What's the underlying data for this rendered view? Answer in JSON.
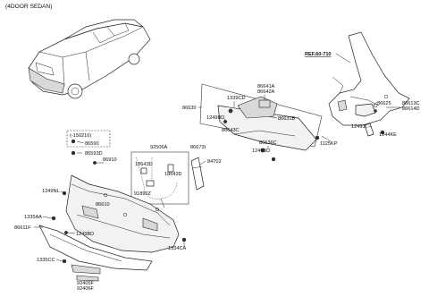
{
  "diagram": {
    "variant_label": "(4DOOR SEDAN)",
    "ref_label": "REF.60-710",
    "callouts": [
      {
        "id": "c86641A",
        "text": "86641A"
      },
      {
        "id": "c86642A",
        "text": "86642A"
      },
      {
        "id": "c1339CD",
        "text": "1339CD"
      },
      {
        "id": "c86630",
        "text": "86630"
      },
      {
        "id": "c1249BD_a",
        "text": "1249BD"
      },
      {
        "id": "c86631B",
        "text": "86631B"
      },
      {
        "id": "c86643C",
        "text": "86643C"
      },
      {
        "id": "c86636C",
        "text": "86636C"
      },
      {
        "id": "c1249BD_b",
        "text": "1249BD"
      },
      {
        "id": "c1125KP",
        "text": "1125KP"
      },
      {
        "id": "c86625",
        "text": "86625"
      },
      {
        "id": "c86613C",
        "text": "86613C"
      },
      {
        "id": "c86614D",
        "text": "86614D"
      },
      {
        "id": "c1249JL",
        "text": "1249JL"
      },
      {
        "id": "c1244KE",
        "text": "1244KE"
      },
      {
        "id": "c150216",
        "text": "(-150216)"
      },
      {
        "id": "c86590",
        "text": "86590"
      },
      {
        "id": "c86593D",
        "text": "86593D"
      },
      {
        "id": "c86910",
        "text": "86910"
      },
      {
        "id": "c92506A",
        "text": "92506A"
      },
      {
        "id": "c18643D_a",
        "text": "18643D"
      },
      {
        "id": "c18643D_b",
        "text": "18643D"
      },
      {
        "id": "c86673I",
        "text": "86673I"
      },
      {
        "id": "c84702",
        "text": "84702"
      },
      {
        "id": "c1249NL",
        "text": "1249NL"
      },
      {
        "id": "c91890Z",
        "text": "91890Z"
      },
      {
        "id": "c86610",
        "text": "86610"
      },
      {
        "id": "c1335AA",
        "text": "1335AA"
      },
      {
        "id": "c86611F",
        "text": "86611F"
      },
      {
        "id": "c1249BD_c",
        "text": "1249BD"
      },
      {
        "id": "c1334CA",
        "text": "1334CA"
      },
      {
        "id": "c1335CC",
        "text": "1335CC"
      },
      {
        "id": "c92405F",
        "text": "92405F"
      },
      {
        "id": "c92406F",
        "text": "92406F"
      }
    ]
  }
}
